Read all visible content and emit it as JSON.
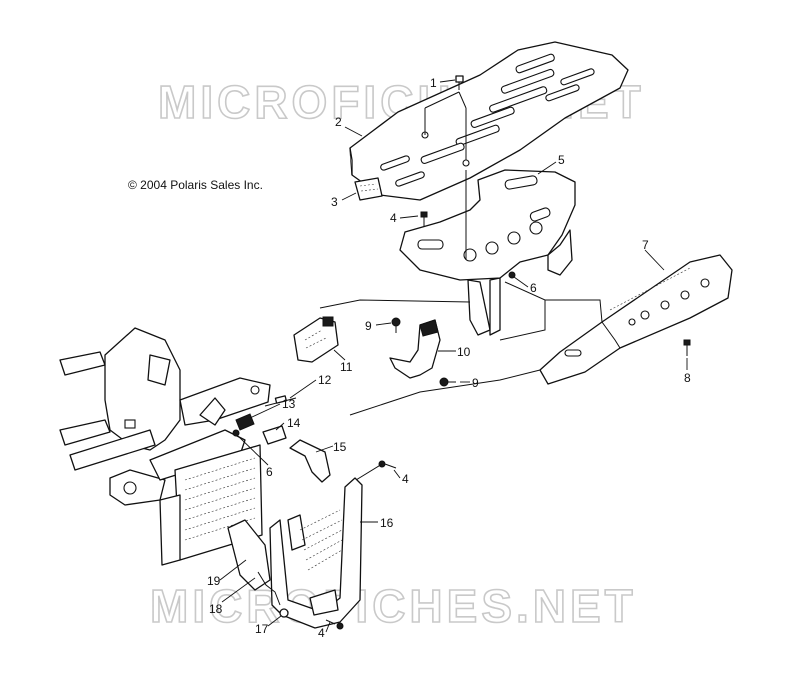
{
  "watermark": {
    "text": "MICROFICHES.NET"
  },
  "copyright": "© 2004 Polaris Sales Inc.",
  "callouts": [
    {
      "id": "c1",
      "label": "1"
    },
    {
      "id": "c2",
      "label": "2"
    },
    {
      "id": "c3",
      "label": "3"
    },
    {
      "id": "c4a",
      "label": "4"
    },
    {
      "id": "c5",
      "label": "5"
    },
    {
      "id": "c6a",
      "label": "6"
    },
    {
      "id": "c7",
      "label": "7"
    },
    {
      "id": "c8",
      "label": "8"
    },
    {
      "id": "c9a",
      "label": "9"
    },
    {
      "id": "c10",
      "label": "10"
    },
    {
      "id": "c11",
      "label": "11"
    },
    {
      "id": "c9b",
      "label": "9"
    },
    {
      "id": "c12",
      "label": "12"
    },
    {
      "id": "c13",
      "label": "13"
    },
    {
      "id": "c14",
      "label": "14"
    },
    {
      "id": "c6b",
      "label": "6"
    },
    {
      "id": "c15",
      "label": "15"
    },
    {
      "id": "c4b",
      "label": "4"
    },
    {
      "id": "c16",
      "label": "16"
    },
    {
      "id": "c19",
      "label": "19"
    },
    {
      "id": "c18",
      "label": "18"
    },
    {
      "id": "c17",
      "label": "17"
    },
    {
      "id": "c4c",
      "label": "4"
    }
  ]
}
